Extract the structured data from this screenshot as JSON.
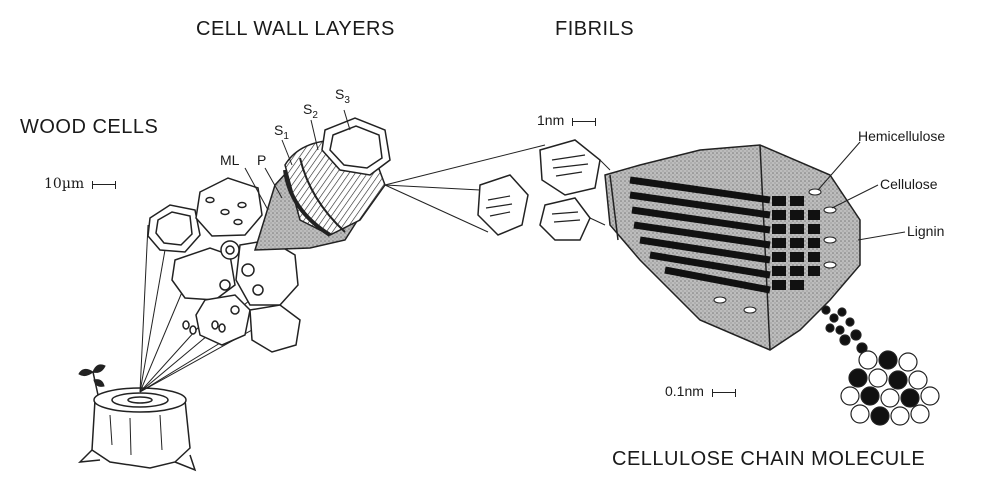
{
  "headers": {
    "cell_wall_layers": "CELL WALL LAYERS",
    "fibrils": "FIBRILS",
    "wood_cells": "WOOD CELLS",
    "cellulose_chain_molecule": "CELLULOSE CHAIN MOLECULE"
  },
  "scales": {
    "ten_um": "10µm",
    "one_nm": "1nm",
    "point_one_nm": "0.1nm"
  },
  "layers": {
    "ml": "ML",
    "p": "P",
    "s1_base": "S",
    "s1_sub": "1",
    "s2_base": "S",
    "s2_sub": "2",
    "s3_base": "S",
    "s3_sub": "3"
  },
  "components": {
    "hemicellulose": "Hemicellulose",
    "cellulose": "Cellulose",
    "lignin": "Lignin"
  }
}
